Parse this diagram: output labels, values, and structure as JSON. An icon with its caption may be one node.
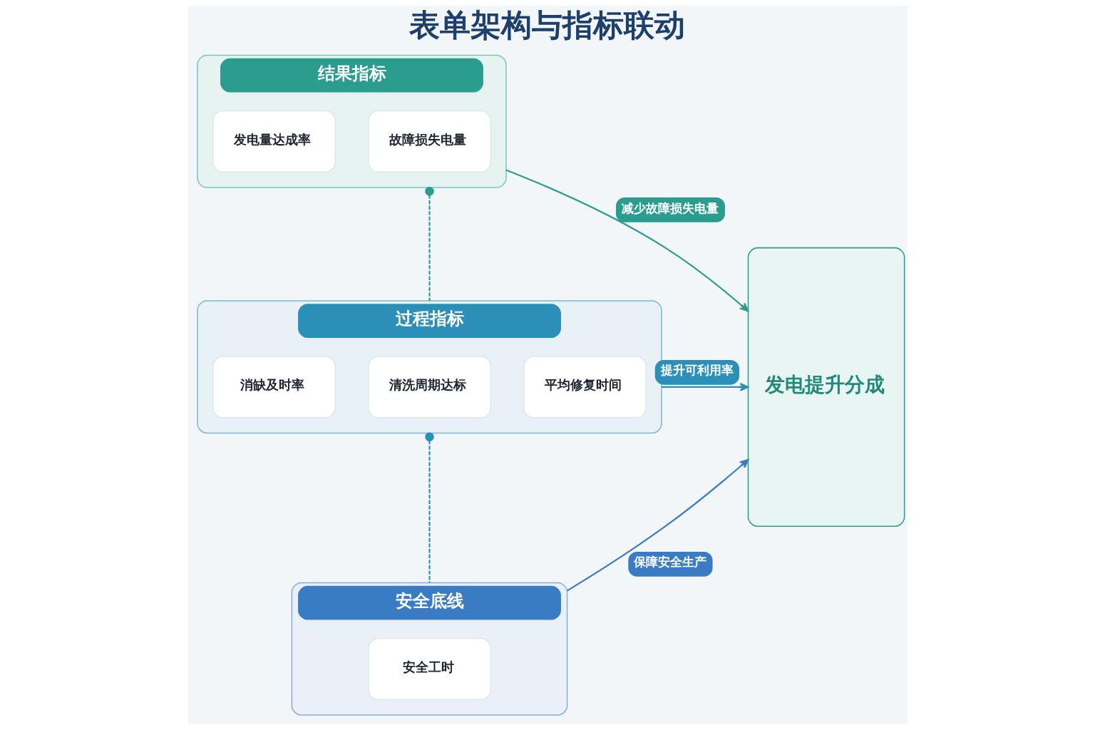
{
  "diagram": {
    "title": "表单架构与指标联动",
    "nodes": [
      {
        "text": [
          "结果指标"
        ]
      },
      {
        "text": [
          "发电量达成率"
        ],
        "in": 0
      },
      {
        "text": [
          "故障损失电量"
        ],
        "in": 0
      },
      {
        "text": [
          "过程指标"
        ]
      },
      {
        "text": [
          "消缺及时率"
        ],
        "in": 3
      },
      {
        "text": [
          "清洗周期达标"
        ],
        "in": 3
      },
      {
        "text": [
          "平均修复时间"
        ],
        "in": 3
      },
      {
        "text": [
          "安全底线"
        ]
      },
      {
        "text": [
          "安全工时"
        ],
        "in": 7
      },
      {
        "text": [
          "发电提升分成"
        ]
      }
    ],
    "edges": [
      {
        "from": 0,
        "to": 3,
        "arrow": "other",
        "style": "dashed",
        "color": "#2a9d8f"
      },
      {
        "from": 3,
        "to": 7,
        "arrow": "other",
        "style": "dashed",
        "color": "#2b8fb8"
      },
      {
        "from": 0,
        "to": 9,
        "arrow": "to",
        "label": "减少故障损失电量",
        "color": "#2a9d8f"
      },
      {
        "from": 3,
        "to": 9,
        "arrow": "to",
        "label": "提升可利用率",
        "color": "#2b8fb8"
      },
      {
        "from": 7,
        "to": 9,
        "arrow": "to",
        "label": "保障安全生产",
        "color": "#3a7cc4"
      }
    ]
  }
}
